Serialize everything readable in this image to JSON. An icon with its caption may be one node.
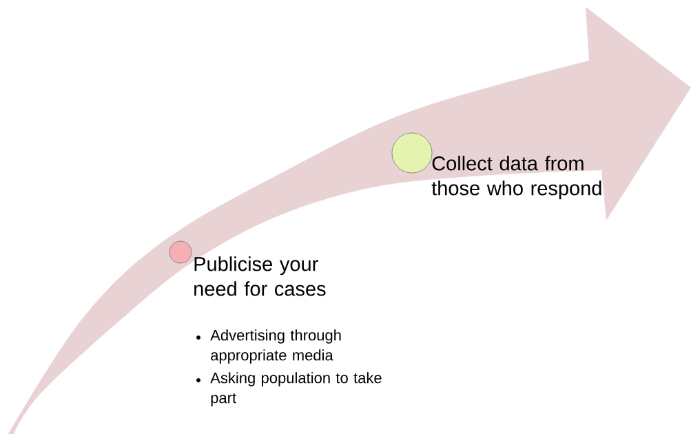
{
  "diagram": {
    "nodes": [
      {
        "text": [],
        "shape": "circle",
        "beside": [
          "Publicise your need for cases",
          "Advertising through appropriate media",
          "Asking population to take part"
        ]
      },
      {
        "text": [],
        "shape": "circle",
        "beside": [
          "Collect data from those who respond"
        ]
      }
    ]
  }
}
